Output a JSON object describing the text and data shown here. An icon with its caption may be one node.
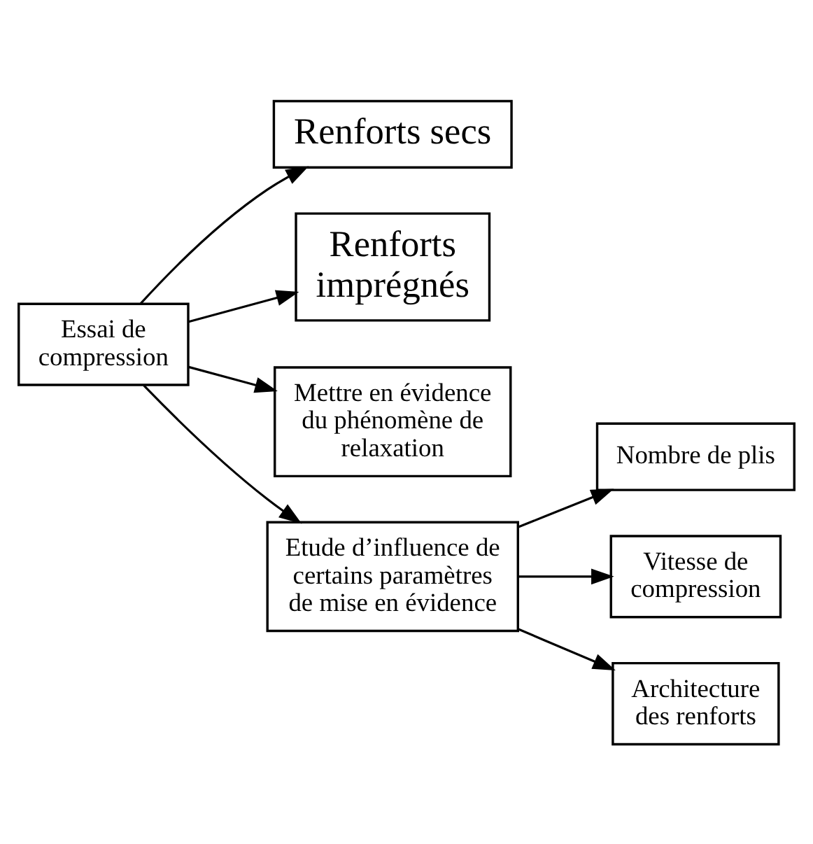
{
  "diagram": {
    "nodes": [
      {
        "text": [
          "Essai de compression"
        ]
      },
      {
        "text": [
          "Renforts secs"
        ]
      },
      {
        "text": [
          "Renforts imprégnés"
        ]
      },
      {
        "text": [
          "Mettre en évidence du phénomène de relaxation"
        ]
      },
      {
        "text": [
          "Etude d’influence de certains paramètres de mise en évidence"
        ]
      },
      {
        "text": [
          "Nombre de plis"
        ]
      },
      {
        "text": [
          "Vitesse de compression"
        ]
      },
      {
        "text": [
          "Architecture des renforts"
        ]
      }
    ],
    "edges": [
      {
        "from": 0,
        "to": 1,
        "arrow": "to"
      },
      {
        "from": 0,
        "to": 2,
        "arrow": "to"
      },
      {
        "from": 0,
        "to": 3,
        "arrow": "to"
      },
      {
        "from": 0,
        "to": 4,
        "arrow": "to"
      },
      {
        "from": 4,
        "to": 5,
        "arrow": "to"
      },
      {
        "from": 4,
        "to": 6,
        "arrow": "to"
      },
      {
        "from": 4,
        "to": 7,
        "arrow": "to"
      }
    ]
  }
}
